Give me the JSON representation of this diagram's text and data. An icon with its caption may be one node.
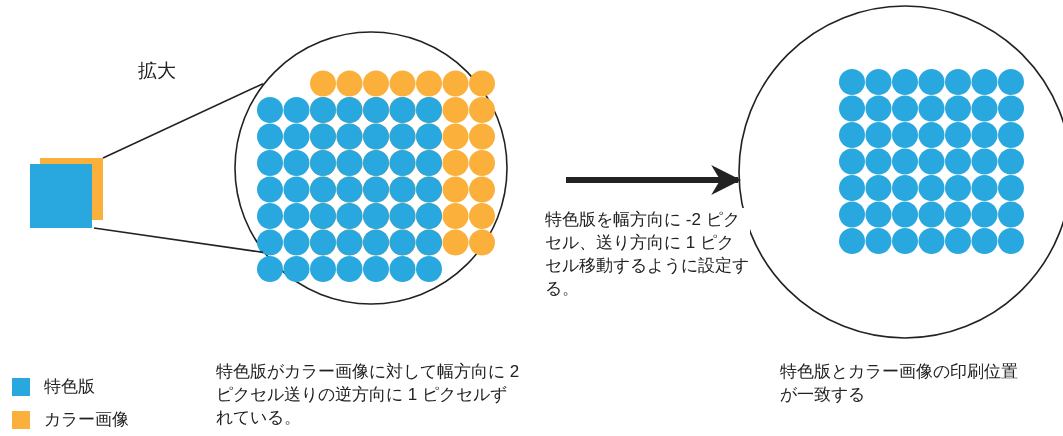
{
  "diagram": {
    "nodes": [
      {
        "text": [],
        "shape": "box"
      },
      {
        "text": [],
        "shape": "circle",
        "beside": [
          "特色版がカラー画像に対して幅方向に 2 ピクセル送りの逆方向に 1 ピクセルずれている。"
        ]
      },
      {
        "text": [],
        "shape": "circle",
        "beside": [
          "特色版とカラー画像の印刷位置が一致する"
        ]
      }
    ],
    "edges": [
      {
        "from": 0,
        "to": 1,
        "arrow": "none"
      },
      {
        "from": 0,
        "to": 1,
        "arrow": "none"
      },
      {
        "from": 1,
        "to": 2,
        "arrow": "to",
        "style": "thick",
        "label": "特色版を幅方向に -2 ピクセル、送り方向に 1 ピクセル移動するように設定する。"
      }
    ],
    "labels": [
      "拡大"
    ],
    "legend": [
      {
        "text": "特色版",
        "color": "#29a8e0"
      },
      {
        "text": "カラー画像",
        "color": "#fbb03b"
      }
    ]
  }
}
